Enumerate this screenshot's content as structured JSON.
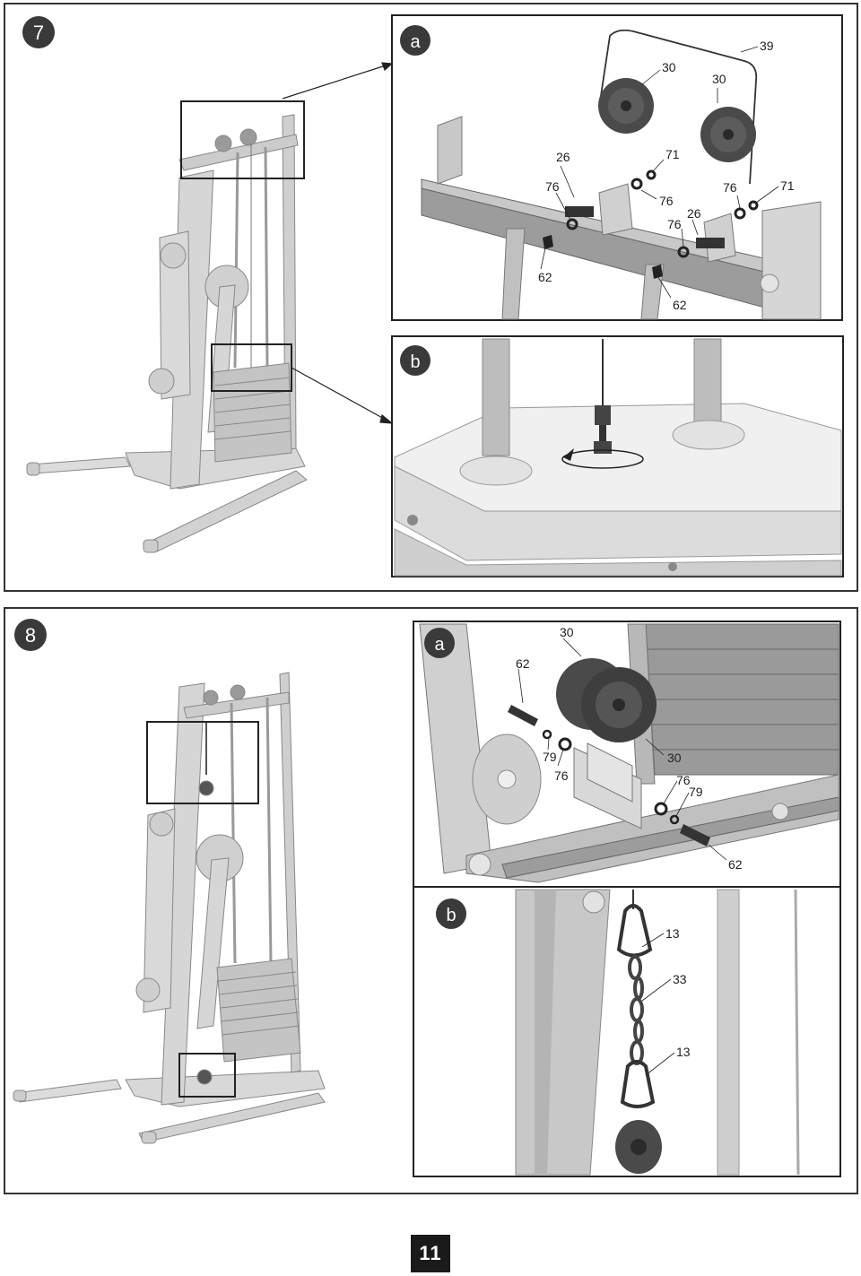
{
  "page_number": "11",
  "steps": [
    {
      "number": "7",
      "details": [
        {
          "letter": "a",
          "callouts": [
            "39",
            "30",
            "30",
            "26",
            "71",
            "76",
            "76",
            "76",
            "76",
            "26",
            "71",
            "62",
            "62"
          ]
        },
        {
          "letter": "b",
          "callouts": []
        }
      ]
    },
    {
      "number": "8",
      "details": [
        {
          "letter": "a",
          "callouts": [
            "30",
            "62",
            "79",
            "76",
            "30",
            "76",
            "79",
            "62"
          ]
        },
        {
          "letter": "b",
          "callouts": [
            "13",
            "33",
            "13"
          ]
        }
      ]
    }
  ],
  "colors": {
    "frame": "#333333",
    "part_light": "#d4d4d4",
    "part_mid": "#b0b0b0",
    "part_dark": "#4a4a4a",
    "badge": "#3a3a3a"
  }
}
